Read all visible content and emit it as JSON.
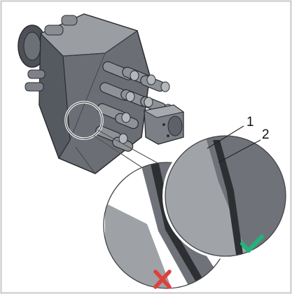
{
  "callouts": [
    {
      "id": "1",
      "label": "1"
    },
    {
      "id": "2",
      "label": "2"
    }
  ],
  "marks": {
    "incorrect": {
      "icon": "red-cross-icon",
      "color": "#e0403a"
    },
    "correct": {
      "icon": "green-check-icon",
      "color": "#21b37b"
    }
  },
  "colors": {
    "frame": "#c8c8c8",
    "body_dark": "#55595f",
    "body_mid": "#7a7e84",
    "body_light": "#a4a8ad",
    "seal": "#2e2f33"
  }
}
